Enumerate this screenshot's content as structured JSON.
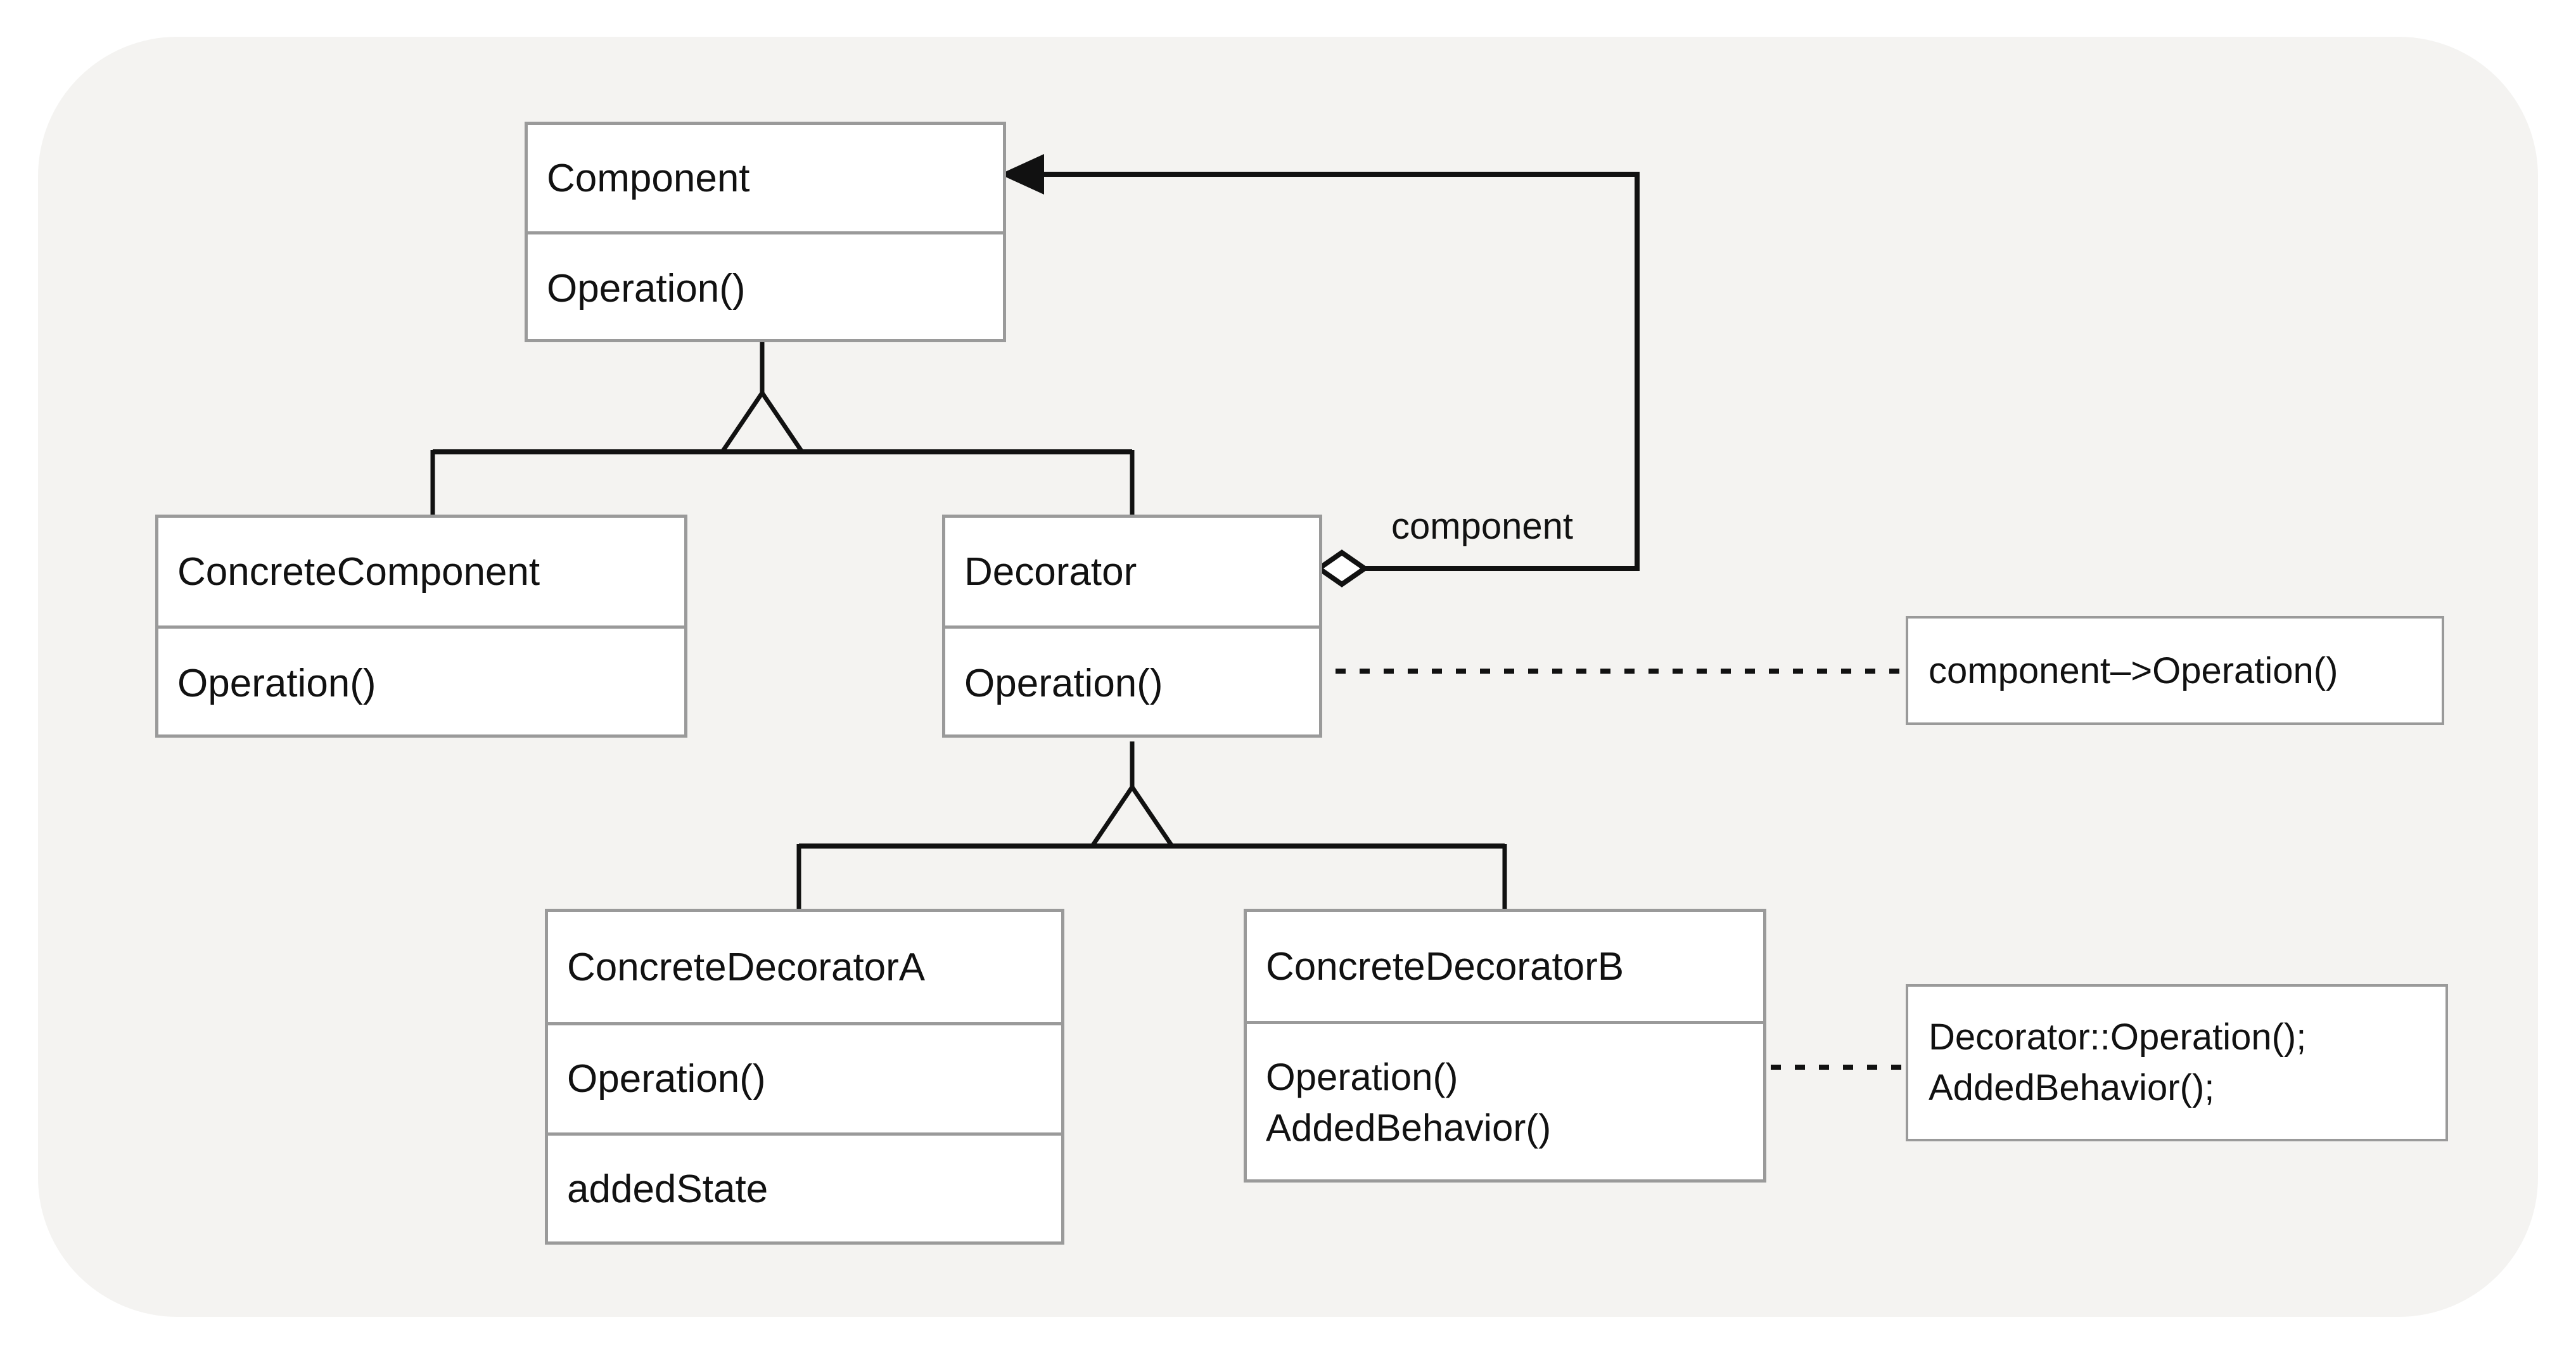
{
  "diagram": {
    "title": "Decorator Pattern UML Class Diagram",
    "type": "uml-class-diagram",
    "canvas_background": "#f4f3f1",
    "box_fill": "#ffffff",
    "box_border": "#9a9a9a",
    "line_color": "#111111",
    "classes": [
      {
        "id": "component",
        "name": "Component",
        "compartments": [
          [
            "Operation()"
          ]
        ]
      },
      {
        "id": "concrete-component",
        "name": "ConcreteComponent",
        "compartments": [
          [
            "Operation()"
          ]
        ]
      },
      {
        "id": "decorator",
        "name": "Decorator",
        "compartments": [
          [
            "Operation()"
          ]
        ]
      },
      {
        "id": "concrete-decorator-a",
        "name": "ConcreteDecoratorA",
        "compartments": [
          [
            "Operation()"
          ],
          [
            "addedState"
          ]
        ]
      },
      {
        "id": "concrete-decorator-b",
        "name": "ConcreteDecoratorB",
        "compartments": [
          [
            "Operation()",
            "AddedBehavior()"
          ]
        ]
      }
    ],
    "notes": [
      {
        "id": "note-decorator-operation",
        "lines": [
          "component–>Operation()"
        ],
        "attached_to": "decorator"
      },
      {
        "id": "note-decorator-b-operation",
        "lines": [
          "Decorator::Operation();",
          "AddedBehavior();"
        ],
        "attached_to": "concrete-decorator-b"
      }
    ],
    "relationships": [
      {
        "kind": "generalization",
        "from": "ConcreteComponent",
        "to": "Component"
      },
      {
        "kind": "generalization",
        "from": "Decorator",
        "to": "Component"
      },
      {
        "kind": "generalization",
        "from": "ConcreteDecoratorA",
        "to": "Decorator"
      },
      {
        "kind": "generalization",
        "from": "ConcreteDecoratorB",
        "to": "Decorator"
      },
      {
        "kind": "aggregation",
        "from": "Decorator",
        "to": "Component",
        "role_label": "component"
      }
    ],
    "labels": {
      "component_role": "component"
    }
  }
}
